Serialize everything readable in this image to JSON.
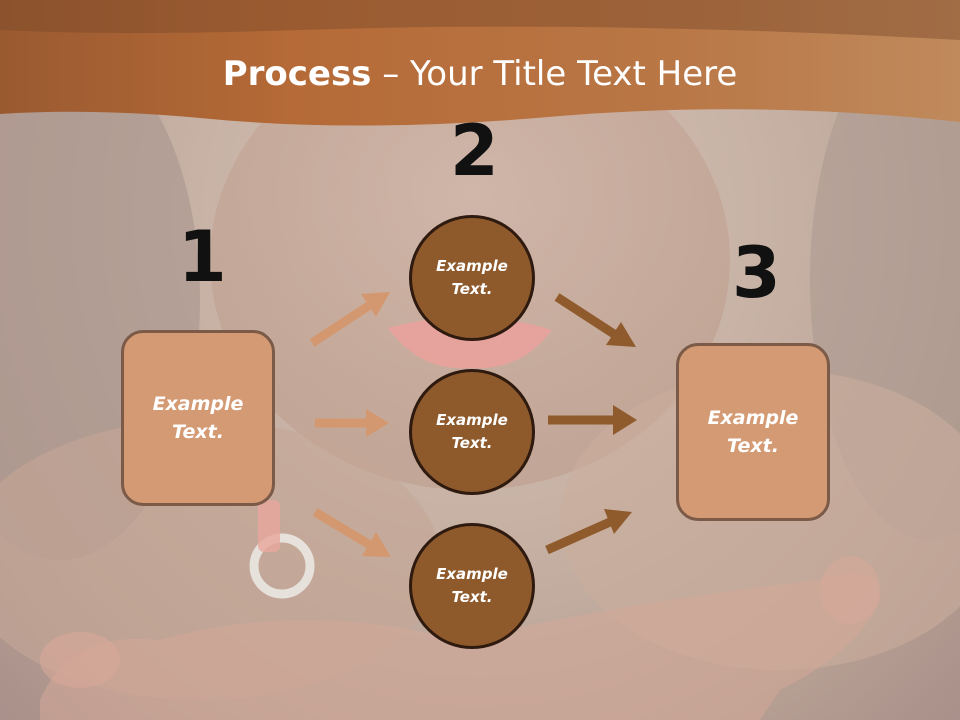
{
  "title": {
    "bold": "Process",
    "rest": " – Your Title Text Here"
  },
  "steps": [
    {
      "number": "1",
      "label": "Example Text."
    },
    {
      "number": "2",
      "label": "Example Text."
    },
    {
      "number": "3",
      "label": "Example Text."
    }
  ],
  "circles": [
    {
      "label": "Example Text."
    },
    {
      "label": "Example Text."
    },
    {
      "label": "Example Text."
    }
  ],
  "colors": {
    "header": "#b2723f",
    "box_fill": "#d39a74",
    "circle_fill": "#8e5a2c",
    "arrow_light": "#d49870",
    "arrow_dark": "#8f5a2c"
  }
}
